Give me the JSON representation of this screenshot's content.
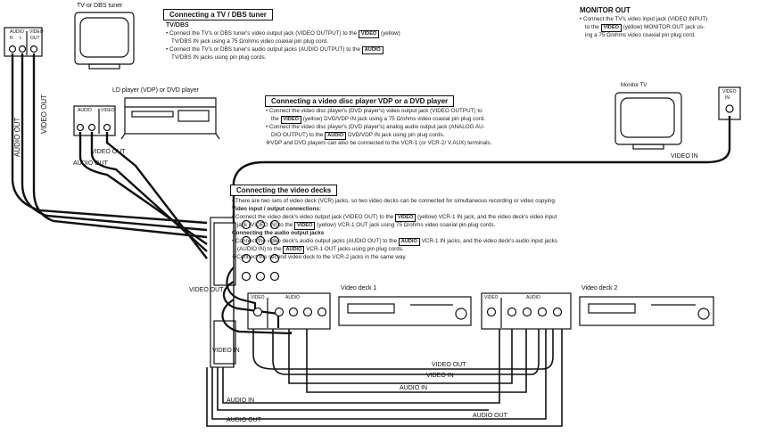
{
  "labels": {
    "tv_dbs_tuner": "TV or DBS tuner",
    "ld_player": "LD player (VDP) or DVD player",
    "monitor_out": "MONITOR OUT",
    "monitor_tv": "Monitor TV",
    "video_deck1": "Video deck 1",
    "video_deck2": "Video deck 2",
    "audio_out_v": "AUDIO OUT",
    "video_out_v": "VIDEO OUT",
    "video_out_ld": "VIDEO OUT",
    "audio_out_ld": "AUDIO OUT",
    "video_in_monitor": "VIDEO IN",
    "video_out_deck": "VIDEO OUT",
    "video_in_deck": "VIDEO IN",
    "bottom_video_out": "VIDEO OUT",
    "bottom_video_in": "VIDEO IN",
    "bottom_audio_in": "AUDIO IN",
    "bottom_audio_in2": "AUDIO IN",
    "bottom_audio_out": "AUDIO OUT",
    "bottom_audio_out2": "AUDIO OUT",
    "jack_audio": "AUDIO",
    "jack_out": "OUT",
    "jack_video": "VIDEO",
    "jack_r": "R",
    "jack_l": "L",
    "jack_in": "IN"
  },
  "tv_section": {
    "title": "Connecting a TV / DBS tuner",
    "subtitle": "TV/DBS",
    "line1a": "• Connect the TV's or DBS tuner's video output jack (VIDEO OUTPUT) to the",
    "line1_box": "VIDEO",
    "line1b": "(yellow)",
    "line2": "TV/DBS IN jack using a 75 Ω/ohms video coaxial pin plug cord.",
    "line3a": "• Connect the TV's or DBS tuner's audio output jacks (AUDIO OUTPUT) to the",
    "line3_box": "AUDIO",
    "line4": "TV/DBS IN jacks using pin plug cords."
  },
  "ld_section": {
    "title": "Connecting a video disc player VDP or a DVD player",
    "line1": "• Connect the video disc player's (DVD player's) video output jack (VIDEO OUTPUT) to",
    "line2a": "the",
    "line2_box": "VIDEO",
    "line2b": "(yellow) DVD/VDP IN jack using a 75 Ω/ohms video coaxial pin plug cord.",
    "line3": "• Connect the video disc player's (DVD player's) analog audio output jack (ANALOG AU-",
    "line4a": "DIO OUTPUT) to the",
    "line4_box": "AUDIO",
    "line4b": "DVD/VDP IN jack using pin plug cords.",
    "line5": "※VDP and DVD players can also be connected to the VCR-1 (or VCR-2/ V.AUX) terminals."
  },
  "monitor_section": {
    "line1": "• Connect the TV's video input jack (VIDEO INPUT)",
    "line2a": "to the",
    "line2_box": "VIDEO",
    "line2b": "(yellow) MONITOR OUT jack us-",
    "line3": "ing a 75 Ω/ohms video coaxial pin plug cord."
  },
  "decks_section": {
    "title": "Connecting the video decks",
    "line1": "• There are two sets of video deck (VCR) jacks, so two video decks can be connected for simultaneous recording or video copying.",
    "heading1": "Video input / output connections:",
    "line2a": "• Connect the video deck's video output jack (VIDEO OUT) to the",
    "line2_box": "VIDEO",
    "line2b": "(yellow) VCR-1 IN jack, and the video deck's video input",
    "line3a": "jack (VIDEO IN) to the",
    "line3_box": "VIDEO",
    "line3b": "(yellow) VCR-1 OUT jack using 75 Ω/ohms video coaxial pin plug cords.",
    "heading2": "Connecting the audio output jacks",
    "line4a": "• Connect the video deck's audio output jacks (AUDIO OUT) to the",
    "line4_box": "AUDIO",
    "line4b": "VCR-1 IN jacks, and the video deck's audio input jacks",
    "line5a": "(AUDIO IN) to the",
    "line5_box": "AUDIO",
    "line5b": "VCR-1 OUT jacks using pin plug cords.",
    "line6": "※Connect the second video deck to the VCR-2 jacks in the same way."
  }
}
